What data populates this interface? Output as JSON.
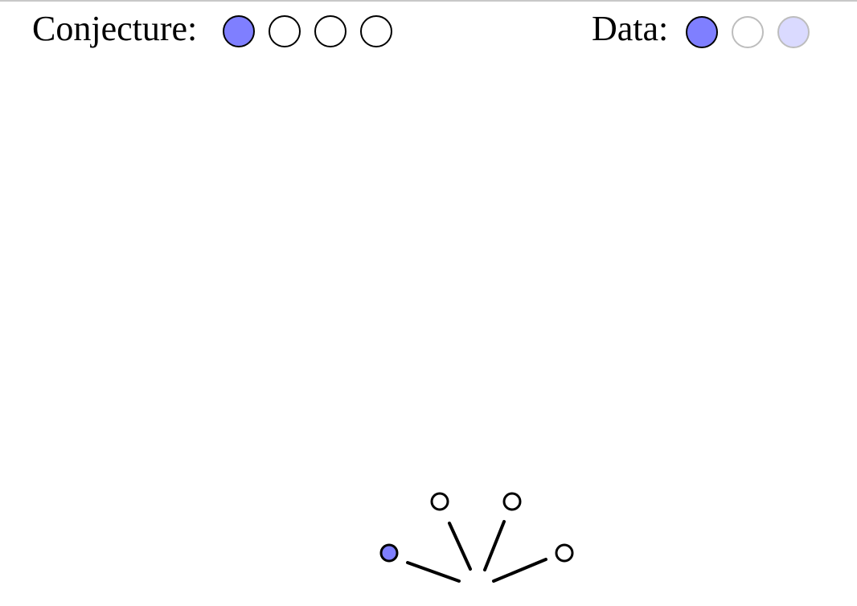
{
  "header": {
    "conjecture_label": "Conjecture:",
    "data_label": "Data:"
  },
  "conjecture_circles": [
    {
      "state": "selected",
      "fill": "#7f7fff",
      "stroke": "#000000"
    },
    {
      "state": "empty",
      "fill": "#ffffff",
      "stroke": "#000000"
    },
    {
      "state": "empty",
      "fill": "#ffffff",
      "stroke": "#000000"
    },
    {
      "state": "empty",
      "fill": "#ffffff",
      "stroke": "#000000"
    }
  ],
  "data_circles": [
    {
      "state": "selected",
      "fill": "#7f7fff",
      "stroke": "#000000"
    },
    {
      "state": "empty-disabled",
      "fill": "#ffffff",
      "stroke": "#bdbdbd"
    },
    {
      "state": "light",
      "fill": "#dadaff",
      "stroke": "#bdbdbd"
    }
  ],
  "colors": {
    "accent": "#7f7fff",
    "light_accent": "#dadaff",
    "line": "#000000",
    "top_border": "#c8c8c8"
  },
  "fan": {
    "nodes": [
      {
        "name": "left",
        "fill": "#7f7fff"
      },
      {
        "name": "mid-left",
        "fill": "#ffffff"
      },
      {
        "name": "mid-right",
        "fill": "#ffffff"
      },
      {
        "name": "right",
        "fill": "#ffffff"
      }
    ]
  }
}
